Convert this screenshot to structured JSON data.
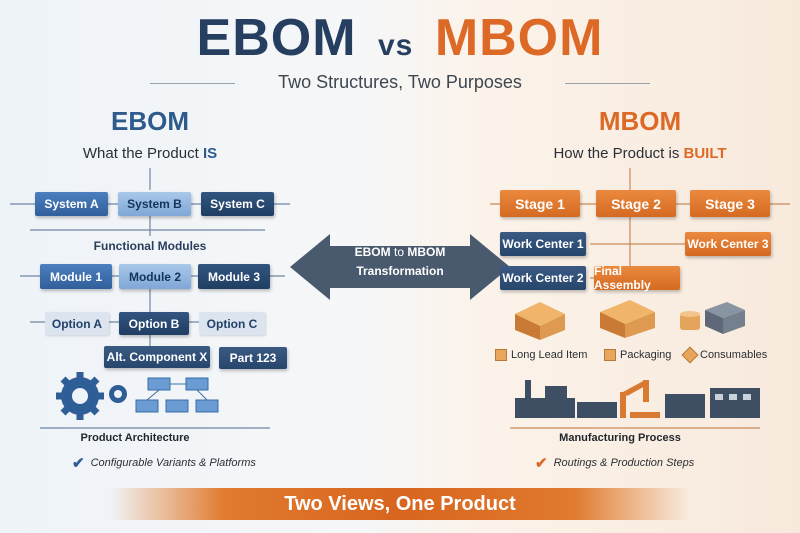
{
  "title": {
    "left": "EBOM",
    "vs": "vs",
    "right": "MBOM"
  },
  "subtitle": "Two Structures, Two Purposes",
  "ebom": {
    "heading": "EBOM",
    "tagline_prefix": "What the Product",
    "tagline_emph": "IS",
    "systems": [
      "System A",
      "System B",
      "System C"
    ],
    "modules_label": "Functional Modules",
    "modules": [
      "Module 1",
      "Module 2",
      "Module 3"
    ],
    "options": [
      "Option A",
      "Option B",
      "Option C"
    ],
    "alt_component": "Alt. Component X",
    "part": "Part 123",
    "section_label": "Product Architecture",
    "note": "Configurable Variants & Platforms"
  },
  "mbom": {
    "heading": "MBOM",
    "tagline_prefix": "How the Product is",
    "tagline_emph": "BUILT",
    "stages": [
      "Stage 1",
      "Stage 2",
      "Stage 3"
    ],
    "work_centers": [
      "Work Center 1",
      "Work Center 3",
      "Work Center 2"
    ],
    "final_assembly": "Final Assembly",
    "items": [
      "Long Lead Item",
      "Packaging",
      "Consumables"
    ],
    "section_label": "Manufacturing Process",
    "note": "Routings & Production Steps"
  },
  "transformation": {
    "line1_a": "EBOM",
    "line1_to": "to",
    "line1_b": "MBOM",
    "line2": "Transformation"
  },
  "banner": "Two Views, One Product",
  "colors": {
    "navy": "#263f61",
    "orange": "#dc6a26",
    "blue": "#3a6ea5"
  }
}
